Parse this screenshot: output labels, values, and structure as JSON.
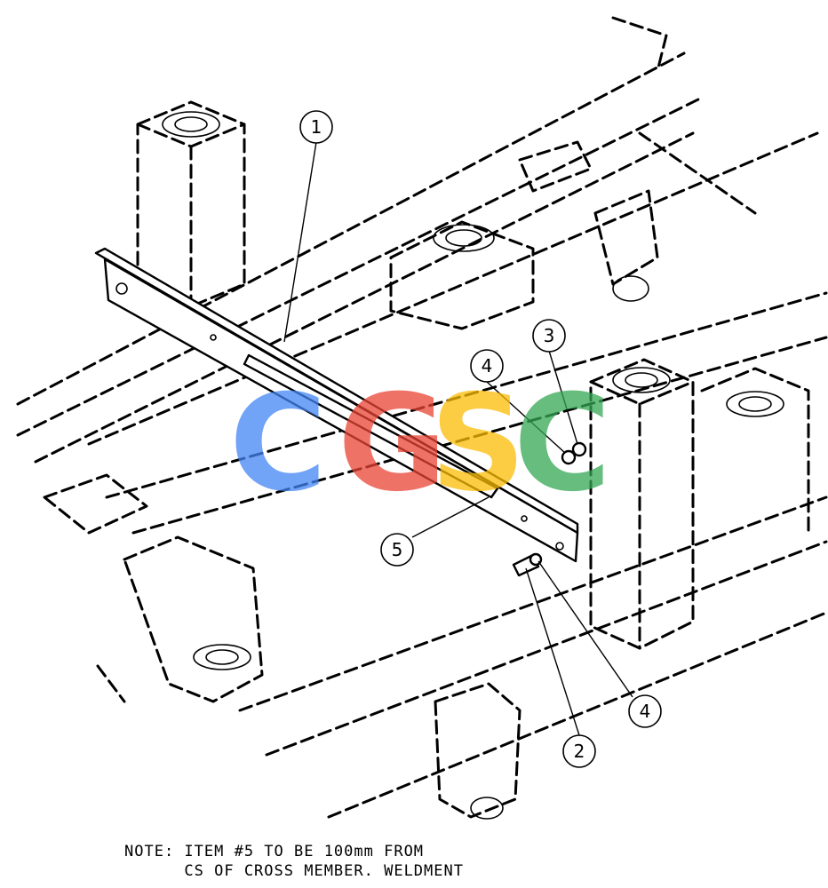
{
  "diagram": {
    "balloons": [
      {
        "id": "1",
        "label": "1"
      },
      {
        "id": "2",
        "label": "2"
      },
      {
        "id": "3",
        "label": "3"
      },
      {
        "id": "4a",
        "label": "4"
      },
      {
        "id": "4b",
        "label": "4"
      },
      {
        "id": "5",
        "label": "5"
      }
    ],
    "watermark": {
      "letters": [
        "C",
        "G",
        "S",
        "C"
      ],
      "colors": [
        "#4285f4",
        "#ea4335",
        "#fbbc05",
        "#34a853"
      ]
    }
  },
  "note": {
    "line1": "NOTE: ITEM #5 TO BE 100mm FROM",
    "line2": "      CS OF CROSS MEMBER. WELDMENT"
  }
}
